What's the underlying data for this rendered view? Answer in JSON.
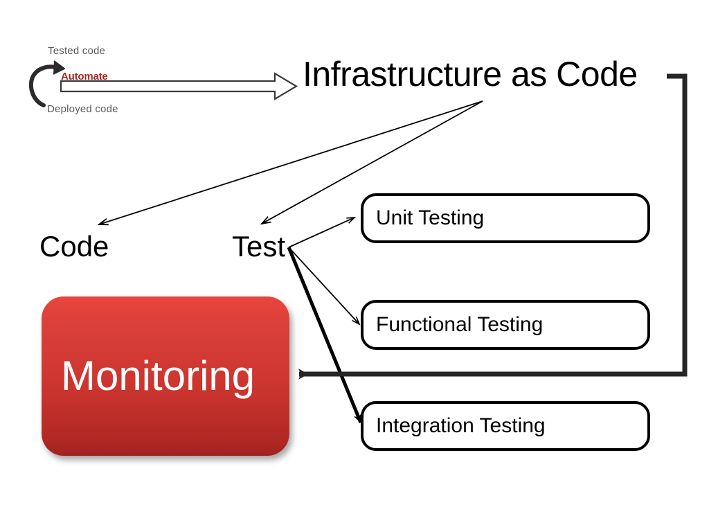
{
  "diagram": {
    "title": "Infrastructure as Code",
    "annotations": {
      "tested_code": "Tested code",
      "deployed_code": "Deployed code",
      "automate": "Automate"
    },
    "stages": [
      {
        "label": "Code"
      },
      {
        "label": "Test"
      }
    ],
    "test_types": [
      {
        "label": "Unit Testing"
      },
      {
        "label": "Functional Testing"
      },
      {
        "label": "Integration Testing"
      }
    ],
    "monitoring": {
      "label": "Monitoring"
    },
    "colors": {
      "automate_text": "#A42B21",
      "annotation_text": "#595959",
      "monitoring_fill_top": "#E8453C",
      "monitoring_fill_bottom": "#9E221F",
      "monitoring_text": "#FFFFFF",
      "stroke": "#000000",
      "feedback_line": "#262626"
    },
    "connectors": [
      {
        "name": "automate-cycle-arrow",
        "from": "Deployed code",
        "to": "Tested code"
      },
      {
        "name": "automate-block-arrow",
        "from": "Automate",
        "to": "Infrastructure as Code"
      },
      {
        "name": "iac-to-code-arrow",
        "from": "Infrastructure as Code",
        "to": "Code"
      },
      {
        "name": "iac-to-test-arrow",
        "from": "Infrastructure as Code",
        "to": "Test"
      },
      {
        "name": "test-to-unit-arrow",
        "from": "Test",
        "to": "Unit Testing"
      },
      {
        "name": "test-to-functional-arrow",
        "from": "Test",
        "to": "Functional Testing"
      },
      {
        "name": "test-to-integration-arrow",
        "from": "Test",
        "to": "Integration Testing"
      },
      {
        "name": "feedback-to-monitoring-arrow",
        "from": "Infrastructure as Code",
        "to": "Monitoring"
      }
    ]
  }
}
